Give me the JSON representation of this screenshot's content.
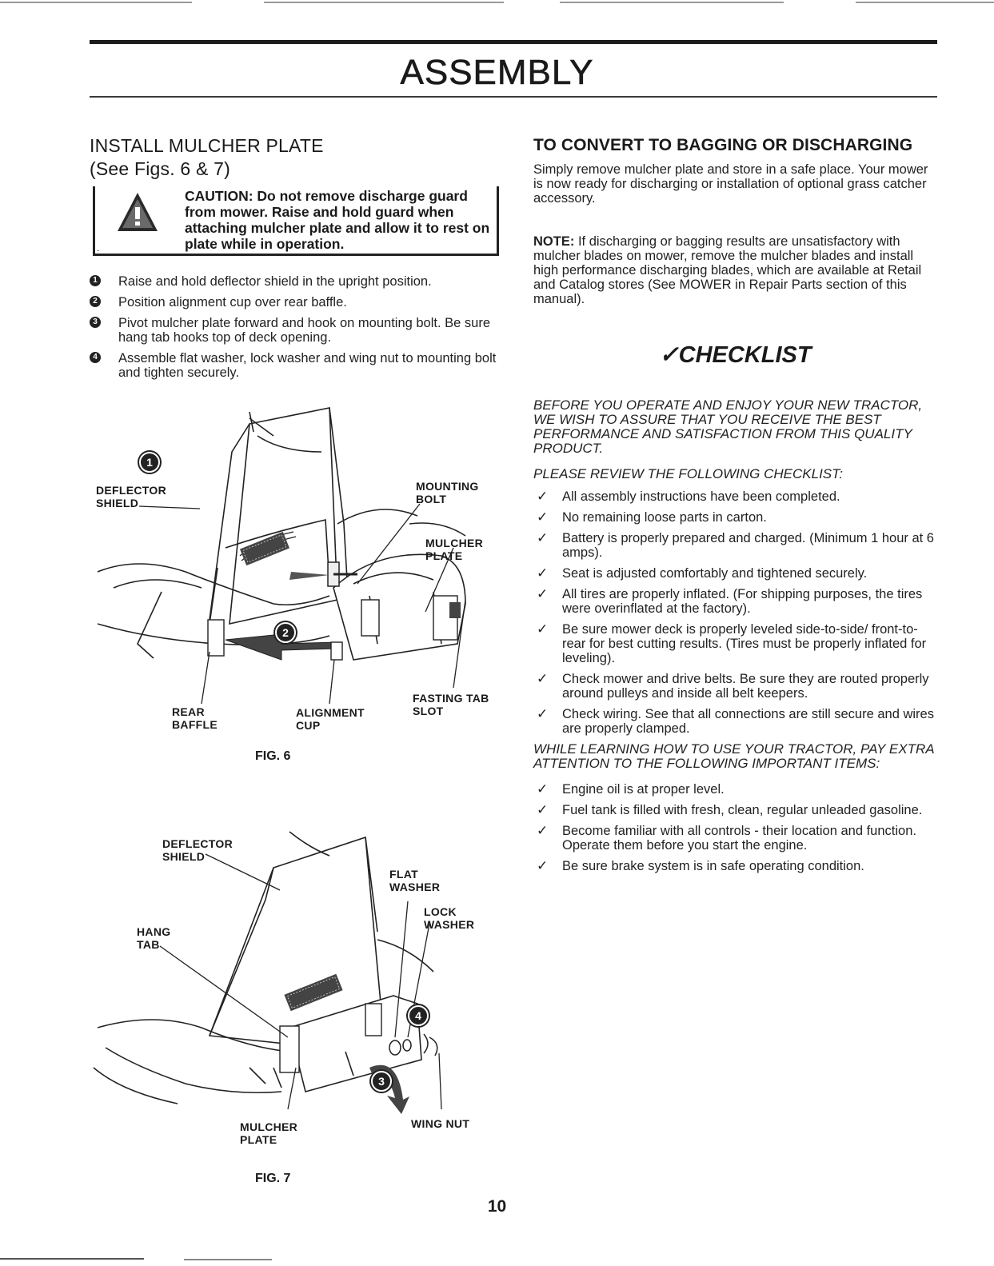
{
  "page": {
    "title": "ASSEMBLY",
    "page_number": "10"
  },
  "left": {
    "heading": "INSTALL MULCHER PLATE",
    "subheading": "(See Figs. 6 & 7)",
    "caution": "CAUTION: Do not remove discharge guard from mower. Raise and hold guard when attaching mulcher plate and allow it to rest on plate while in operation.",
    "steps": [
      {
        "num": "1",
        "text": "Raise and hold deflector shield in the upright position."
      },
      {
        "num": "2",
        "text": "Position alignment cup over rear baffle."
      },
      {
        "num": "3",
        "text": "Pivot mulcher plate forward and hook on mounting bolt. Be sure hang tab hooks top of deck opening."
      },
      {
        "num": "4",
        "text": "Assemble flat washer, lock washer and wing nut to mounting bolt and tighten securely."
      }
    ],
    "fig6": {
      "caption": "FIG. 6",
      "labels": {
        "deflector_shield": "DEFLECTOR SHIELD",
        "mounting_bolt": "MOUNTING BOLT",
        "mulcher_plate": "MULCHER PLATE",
        "fasting_tab_slot": "FASTING TAB SLOT",
        "rear_baffle": "REAR BAFFLE",
        "alignment_cup": "ALIGNMENT CUP"
      },
      "callouts": {
        "one": "1",
        "two": "2"
      }
    },
    "fig7": {
      "caption": "FIG. 7",
      "labels": {
        "deflector_shield": "DEFLECTOR SHIELD",
        "flat_washer": "FLAT WASHER",
        "lock_washer": "LOCK WASHER",
        "hang_tab": "HANG TAB",
        "mulcher_plate": "MULCHER PLATE",
        "wing_nut": "WING NUT"
      },
      "callouts": {
        "three": "3",
        "four": "4"
      }
    }
  },
  "right": {
    "heading": "TO CONVERT TO BAGGING OR DISCHARGING",
    "convert_text": "Simply remove mulcher plate and store in a safe place. Your mower is now ready for discharging or installation of optional grass catcher accessory.",
    "note_label": "NOTE:",
    "note_text": "If discharging or bagging results are unsatisfactory with mulcher blades on mower, remove the mulcher blades and install high performance discharging blades, which are available at Retail and Catalog stores (See MOWER in Repair Parts section of this manual).",
    "checklist_title": "✓CHECKLIST",
    "intro": "BEFORE YOU OPERATE AND ENJOY YOUR NEW TRACTOR, WE WISH TO ASSURE THAT YOU RECEIVE THE BEST PERFORMANCE AND SATISFACTION FROM THIS QUALITY PRODUCT.",
    "review": "PLEASE REVIEW THE FOLLOWING CHECKLIST:",
    "checklist": [
      "All assembly instructions have been completed.",
      "No remaining loose parts in carton.",
      "Battery is properly prepared and charged. (Minimum 1 hour at 6 amps).",
      "Seat is adjusted comfortably and tightened securely.",
      "All tires are properly inflated. (For shipping purposes, the tires were overinflated at the factory).",
      "Be sure mower deck is properly leveled side-to-side/ front-to-rear for best cutting results. (Tires must be properly inflated for leveling).",
      "Check mower and drive belts. Be sure they are routed properly around pulleys and inside all belt keepers.",
      "Check wiring. See that all connections are still secure and wires are properly clamped."
    ],
    "learning": "WHILE LEARNING HOW TO USE YOUR TRACTOR, PAY EXTRA ATTENTION TO THE FOLLOWING IMPORTANT ITEMS:",
    "important": [
      "Engine oil is at proper level.",
      "Fuel tank is filled with fresh, clean, regular unleaded gasoline.",
      "Become familiar with all controls - their location and function. Operate them before you start the engine.",
      "Be sure brake system is in safe operating condition."
    ],
    "check_mark": "✓"
  }
}
